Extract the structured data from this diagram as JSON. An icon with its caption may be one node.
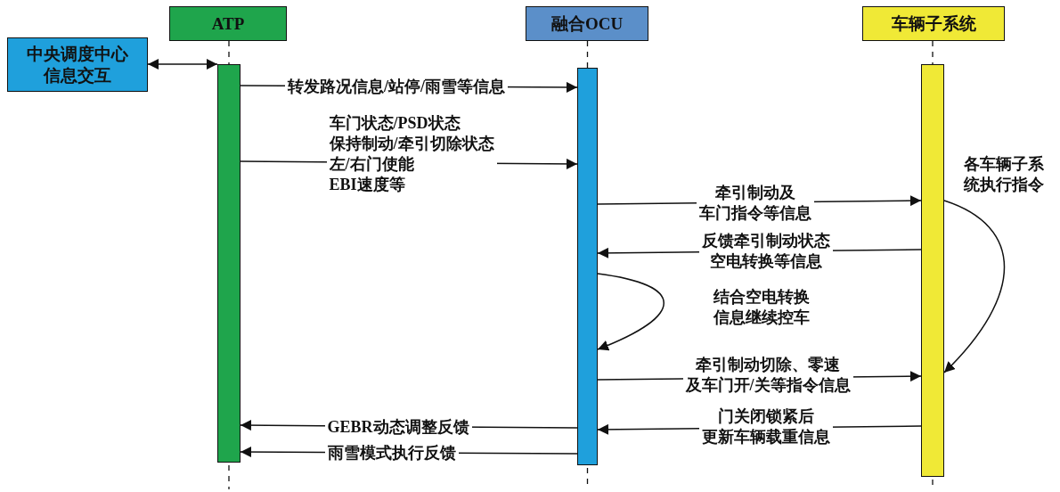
{
  "diagram": {
    "nodes": [
      {
        "text": [
          "中央调度中心信息交互"
        ]
      },
      {
        "text": [
          "ATP"
        ]
      },
      {
        "text": [
          "融合OCU"
        ]
      },
      {
        "text": [
          "车辆子系统"
        ]
      },
      {
        "text": [],
        "shape": "bar"
      },
      {
        "text": [],
        "shape": "bar"
      },
      {
        "text": [],
        "shape": "bar"
      }
    ],
    "edges": [
      {
        "from": 0,
        "to": 4,
        "arrow": "both"
      },
      {
        "from": 4,
        "to": 5,
        "arrow": "to",
        "label": "转发路况信息/站停/雨雪等信息"
      },
      {
        "from": 4,
        "to": 5,
        "arrow": "to",
        "label": "车门状态/PSD状态保持制动/牵引切除状态左/右门使能EBI速度等"
      },
      {
        "from": 5,
        "to": 6,
        "arrow": "to",
        "label": "牵引制动及车门指令等信息"
      },
      {
        "from": 6,
        "to": 5,
        "arrow": "to",
        "label": "反馈牵引制动状态空电转换等信息"
      },
      {
        "from": 5,
        "to": 5,
        "arrow": "to",
        "label": "结合空电转换信息继续控车"
      },
      {
        "from": 5,
        "to": 6,
        "arrow": "to",
        "label": "牵引制动切除、零速及车门开/关等指令信息"
      },
      {
        "from": 6,
        "to": 5,
        "arrow": "to",
        "label": "门关闭锁紧后更新车辆载重信息"
      },
      {
        "from": 5,
        "to": 4,
        "arrow": "to",
        "label": "GEBR动态调整反馈"
      },
      {
        "from": 5,
        "to": 4,
        "arrow": "to",
        "label": "雨雪模式执行反馈"
      },
      {
        "from": 6,
        "to": 6,
        "arrow": "to",
        "label": "各车辆子系统执行指令"
      },
      {
        "from": 1,
        "to": 4,
        "arrow": "none",
        "style": "dashed"
      },
      {
        "from": 2,
        "to": 5,
        "arrow": "none",
        "style": "dashed"
      },
      {
        "from": 3,
        "to": 6,
        "arrow": "none",
        "style": "dashed"
      }
    ]
  }
}
